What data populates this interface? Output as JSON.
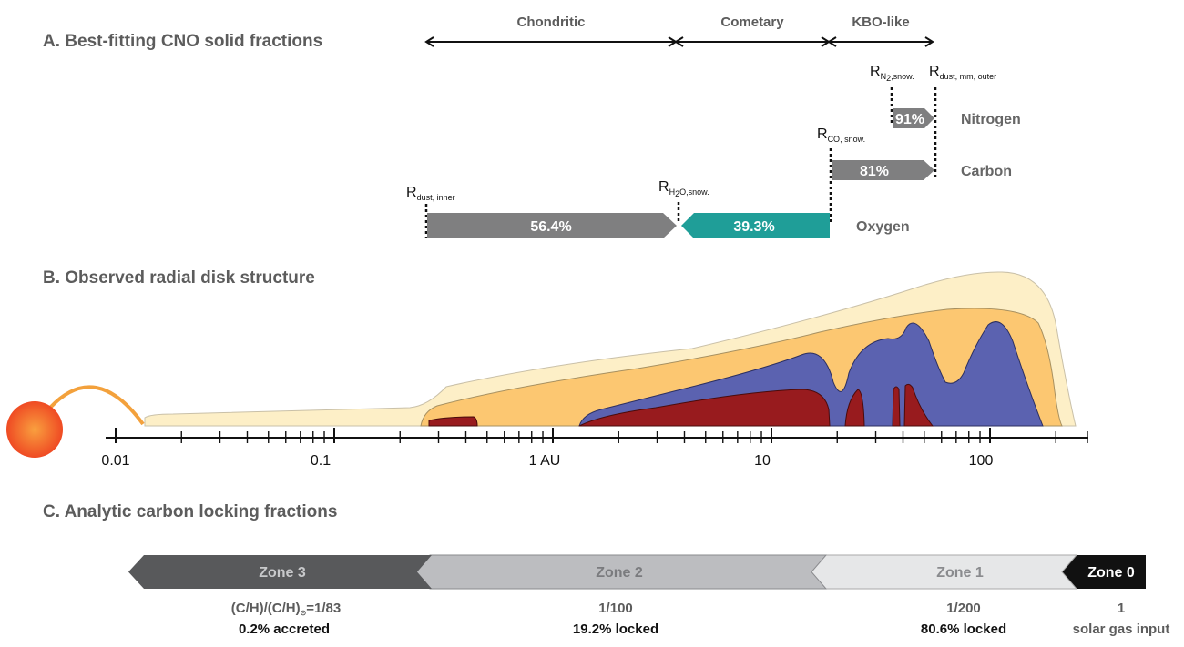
{
  "sections": {
    "a": "A. Best-fitting CNO solid fractions",
    "b": "B. Observed radial disk structure",
    "c": "C. Analytic carbon locking fractions"
  },
  "groups": {
    "chondritic": "Chondritic",
    "cometary": "Cometary",
    "kbo": "KBO-like"
  },
  "radii": {
    "dust_inner": {
      "main": "R",
      "sub": "dust, inner"
    },
    "h2o": {
      "main": "R",
      "sub": "H",
      "sub2": "2",
      "sub3": "O,snow."
    },
    "co": {
      "main": "R",
      "sub": "CO, snow."
    },
    "n2": {
      "main": "R",
      "sub": "N",
      "sub2": "2",
      "sub3": ",snow."
    },
    "dust_outer": {
      "main": "R",
      "sub": "dust, mm, outer"
    }
  },
  "fractions": {
    "oxygen_inner": "56.4%",
    "oxygen_outer": "39.3%",
    "carbon": "81%",
    "nitrogen": "91%"
  },
  "elements": {
    "nitrogen": "Nitrogen",
    "carbon": "Carbon",
    "oxygen": "Oxygen"
  },
  "axis": {
    "ticks": [
      "0.01",
      "0.1",
      "1 AU",
      "10",
      "100"
    ],
    "scale": "log"
  },
  "zones": {
    "z3": "Zone 3",
    "z2": "Zone 2",
    "z1": "Zone 1",
    "z0": "Zone 0"
  },
  "zone_values": {
    "z3_ratio_pre": "(C/H)/(C/H)",
    "z3_ratio_sub": "⊙",
    "z3_ratio_post": "=1/83",
    "z3_desc": "0.2% accreted",
    "z2_ratio": "1/100",
    "z2_desc": "19.2% locked",
    "z1_ratio": "1/200",
    "z1_desc": "80.6% locked",
    "z0_ratio": "1",
    "z0_desc": "solar gas input"
  },
  "colors": {
    "grey_bar": "#7f7f80",
    "teal_bar": "#1f9e98",
    "disk_outer": "#fdefc7",
    "disk_mid": "#fcc771",
    "disk_blue": "#5b62b0",
    "disk_red": "#981b1e",
    "star": "#f05a22",
    "zone3": "#58595b",
    "zone2": "#bcbdc0",
    "zone1": "#e6e7e8",
    "zone0": "#111111"
  }
}
